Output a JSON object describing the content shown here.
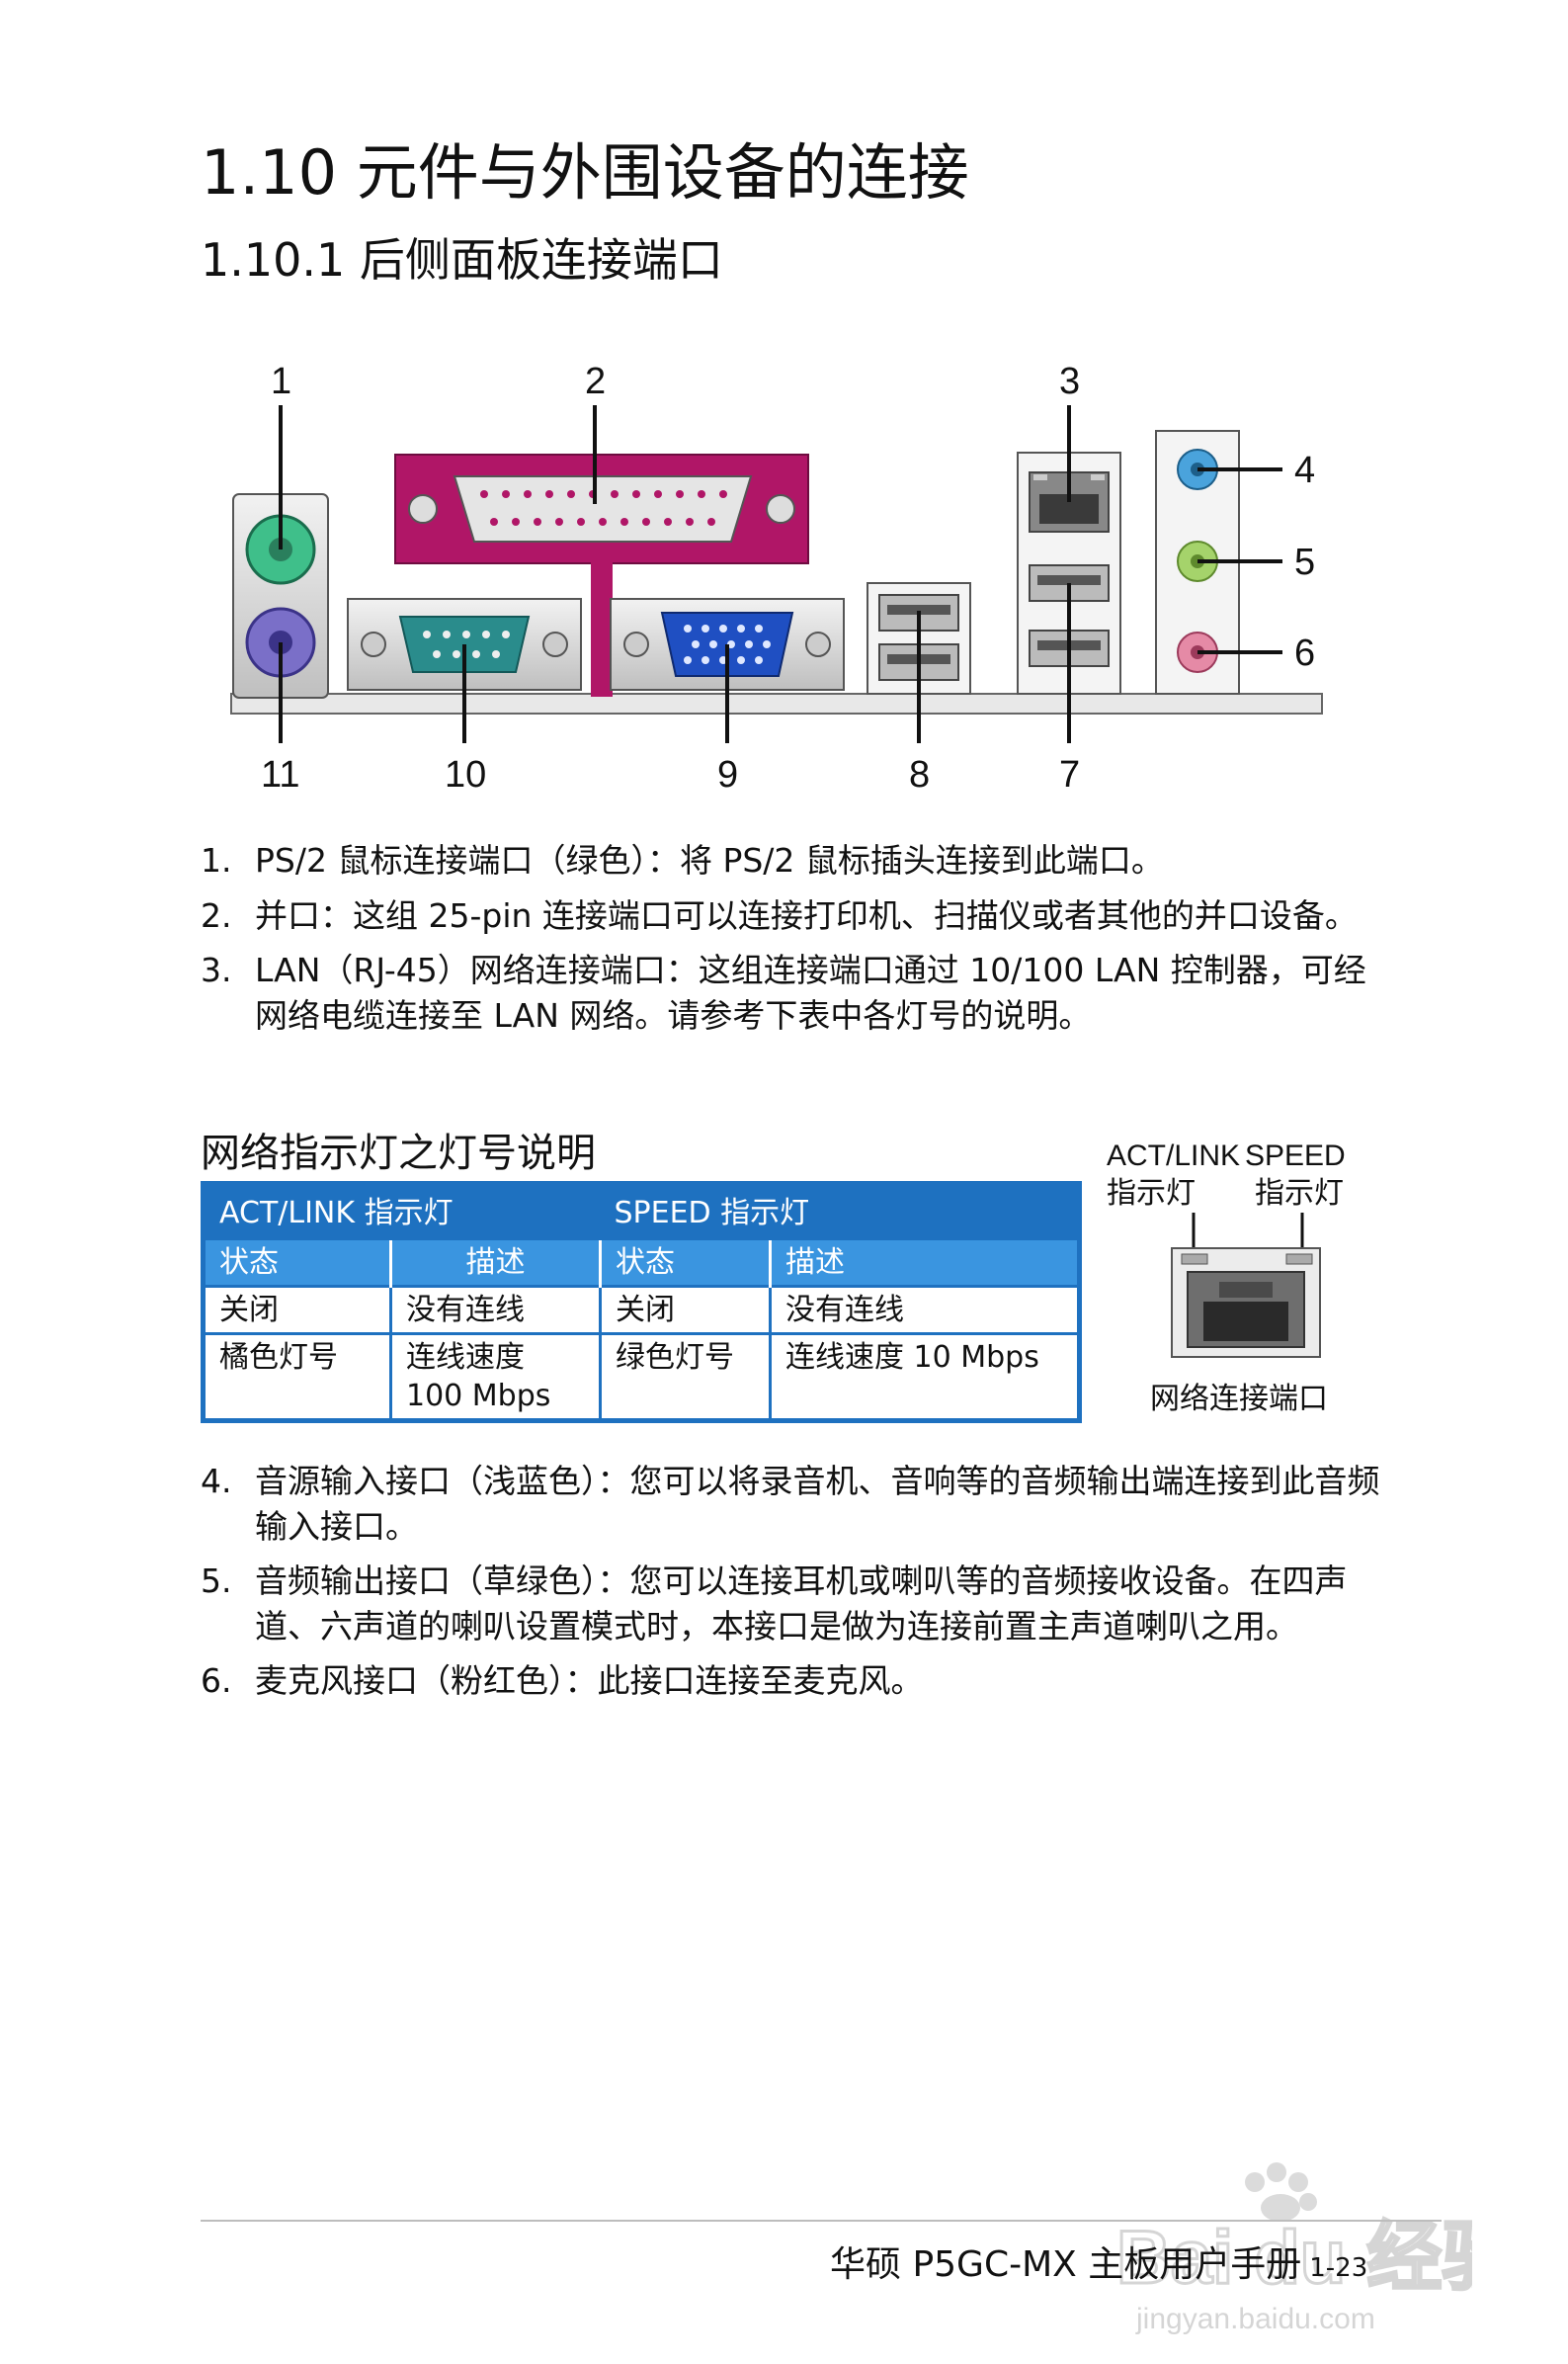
{
  "heading": "1.10 元件与外围设备的连接",
  "subheading": "1.10.1 后侧面板连接端口",
  "panel_callouts": {
    "c1": "1",
    "c2": "2",
    "c3": "3",
    "c4": "4",
    "c5": "5",
    "c6": "6",
    "c7": "7",
    "c8": "8",
    "c9": "9",
    "c10": "10",
    "c11": "11"
  },
  "items_top": [
    {
      "num": "1.",
      "text": "PS/2 鼠标连接端口（绿色）：将 PS/2 鼠标插头连接到此端口。"
    },
    {
      "num": "2.",
      "text": "并口：这组 25-pin 连接端口可以连接打印机、扫描仪或者其他的并口设备。"
    },
    {
      "num": "3.",
      "text": "LAN（RJ-45）网络连接端口：这组连接端口通过 10/100 LAN 控制器，可经网络电缆连接至 LAN 网络。请参考下表中各灯号的说明。"
    }
  ],
  "led_section_title": "网络指示灯之灯号说明",
  "led_table": {
    "act_header": "ACT/LINK 指示灯",
    "speed_header": "SPEED 指示灯",
    "col_state": "状态",
    "col_desc": "描述",
    "rows": [
      {
        "act_state": "关闭",
        "act_desc": "没有连线",
        "speed_state": "关闭",
        "speed_desc": "没有连线"
      },
      {
        "act_state": "橘色灯号",
        "act_desc": "连线速度 100 Mbps",
        "speed_state": "绿色灯号",
        "speed_desc": "连线速度 10 Mbps"
      }
    ]
  },
  "rj45_diagram": {
    "act_label_1": "ACT/LINK",
    "act_label_2": "指示灯",
    "speed_label_1": "SPEED",
    "speed_label_2": "指示灯",
    "caption": "网络连接端口"
  },
  "items_bottom": [
    {
      "num": "4.",
      "text": "音源输入接口（浅蓝色）：您可以将录音机、音响等的音频输出端连接到此音频输入接口。"
    },
    {
      "num": "5.",
      "text": "音频输出接口（草绿色）：您可以连接耳机或喇叭等的音频接收设备。在四声道、六声道的喇叭设置模式时，本接口是做为连接前置主声道喇叭之用。"
    },
    {
      "num": "6.",
      "text": "麦克风接口（粉红色）：此接口连接至麦克风。"
    }
  ],
  "footer": {
    "title": "华硕 P5GC-MX 主板用户手册",
    "page": "1-23"
  },
  "watermark": {
    "brand": "Bai du 经验",
    "url": "jingyan.baidu.com"
  },
  "colors": {
    "ps2_mouse": "#3fbf8a",
    "ps2_keyboard": "#7a6fc8",
    "parallel": "#b01667",
    "serial": "#2a8c8c",
    "vga": "#1f4fc2",
    "line_in": "#4aa3dc",
    "line_out": "#a5d36b",
    "mic": "#e58aa6",
    "table_blue": "#1e71c0",
    "table_sub_blue": "#3a95e0"
  }
}
